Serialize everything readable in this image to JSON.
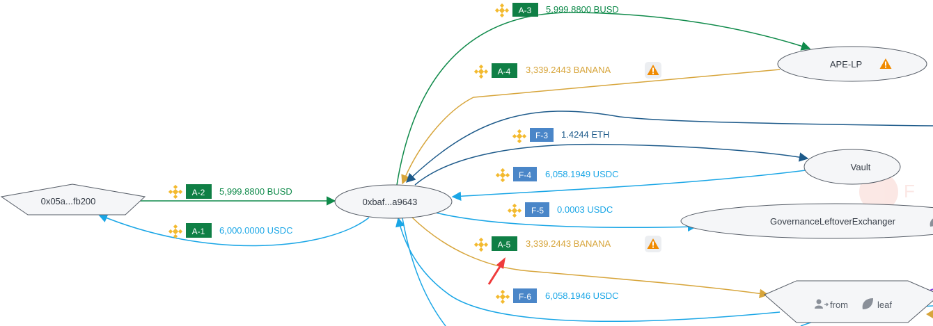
{
  "nodes": {
    "source": "0x05a...fb200",
    "center": "0xbaf...a9643",
    "ape_lp": "APE-LP",
    "vault": "Vault",
    "governance": "GovernanceLeftoverExchanger",
    "leaf_node": {
      "from_label": "from",
      "leaf_label": "leaf"
    }
  },
  "edges": {
    "a1": {
      "badge": "A-1",
      "amount": "6,000.0000 USDC",
      "color": "#1aa6e6"
    },
    "a2": {
      "badge": "A-2",
      "amount": "5,999.8800 BUSD",
      "color": "#0f8a4a"
    },
    "a3": {
      "badge": "A-3",
      "amount": "5,999.8800 BUSD",
      "color": "#0f8a4a"
    },
    "a4": {
      "badge": "A-4",
      "amount": "3,339.2443 BANANA",
      "color": "#d7a53b"
    },
    "a5": {
      "badge": "A-5",
      "amount": "3,339.2443 BANANA",
      "color": "#d7a53b"
    },
    "f3": {
      "badge": "F-3",
      "amount": "1.4244 ETH",
      "color": "#1d5a8a"
    },
    "f4": {
      "badge": "F-4",
      "amount": "6,058.1949 USDC",
      "color": "#1aa6e6"
    },
    "f5": {
      "badge": "F-5",
      "amount": "0.0003 USDC",
      "color": "#1aa6e6"
    },
    "f6": {
      "badge": "F-6",
      "amount": "6,058.1946 USDC",
      "color": "#1aa6e6"
    }
  },
  "colors": {
    "badge_green": "#0f7f45",
    "badge_blue": "#4a86c8",
    "node_fill": "#f5f6f8",
    "node_stroke": "#555c66",
    "warning": "#f08a00",
    "bnb": "#f3ba2f",
    "red_arrow": "#ef3b3b"
  },
  "icons": {
    "chain": "bnb-chain-icon",
    "warning": "warning-icon",
    "from": "user-arrow-icon",
    "leaf": "leaf-icon"
  }
}
